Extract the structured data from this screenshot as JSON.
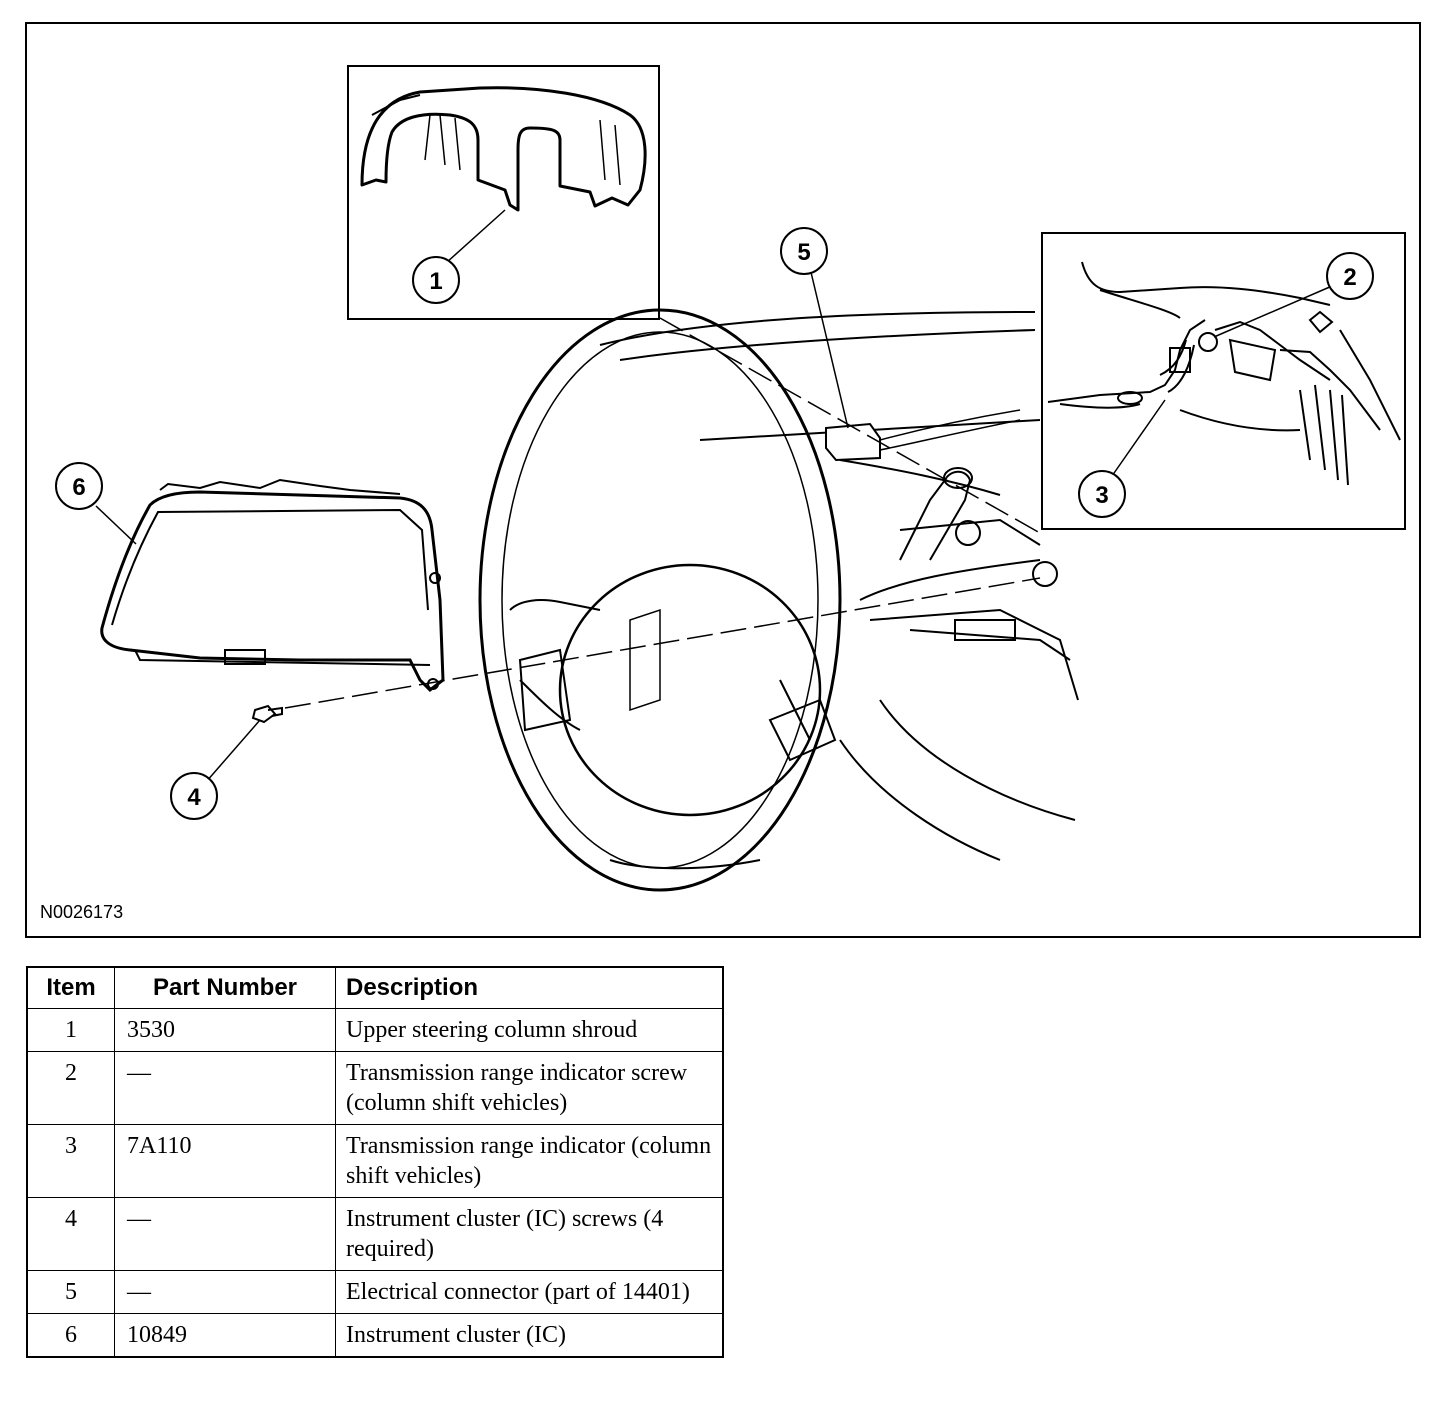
{
  "figure": {
    "id": "N0026173",
    "callouts": [
      "1",
      "2",
      "3",
      "4",
      "5",
      "6"
    ]
  },
  "table": {
    "headers": {
      "item": "Item",
      "part_number": "Part Number",
      "description": "Description"
    },
    "rows": [
      {
        "item": "1",
        "part_number": "3530",
        "description": "Upper steering column shroud"
      },
      {
        "item": "2",
        "part_number": "—",
        "description": "Transmission range indicator screw (column shift vehicles)"
      },
      {
        "item": "3",
        "part_number": "7A110",
        "description": "Transmission range indicator (column shift vehicles)"
      },
      {
        "item": "4",
        "part_number": "—",
        "description": "Instrument cluster (IC) screws (4 required)"
      },
      {
        "item": "5",
        "part_number": "—",
        "description": "Electrical connector (part of 14401)"
      },
      {
        "item": "6",
        "part_number": "10849",
        "description": "Instrument cluster (IC)"
      }
    ]
  }
}
